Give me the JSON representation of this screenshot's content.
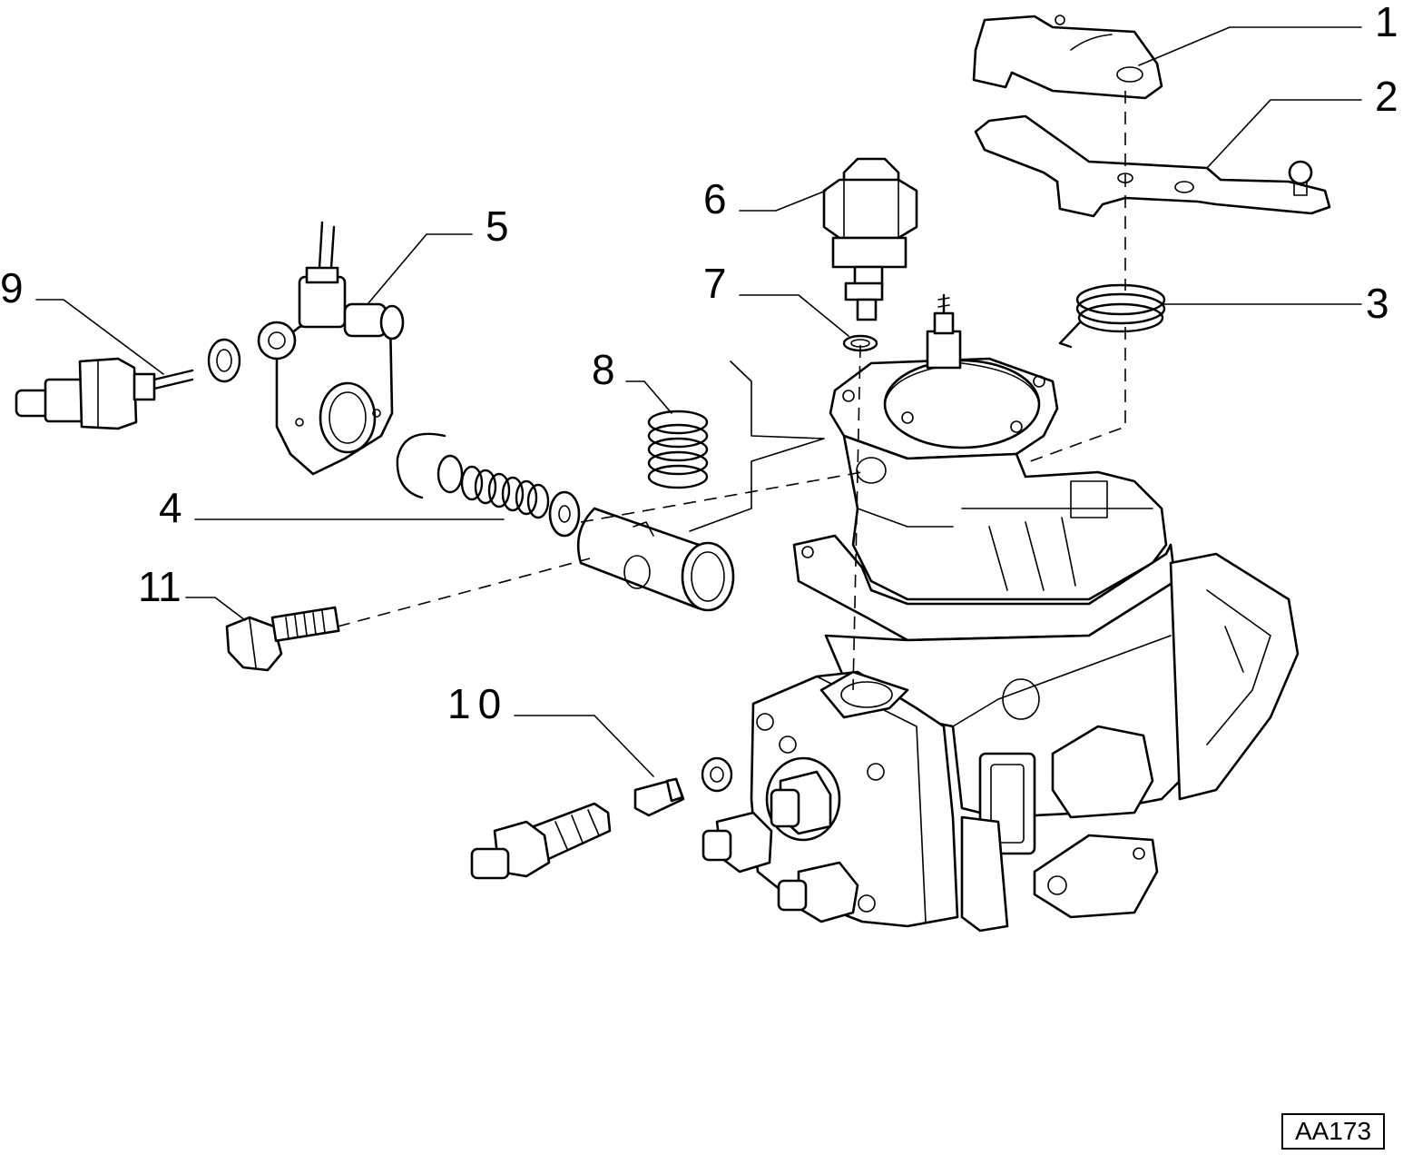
{
  "callouts": {
    "c1": "1",
    "c2": "2",
    "c3": "3",
    "c4": "4",
    "c5": "5",
    "c6": "6",
    "c7": "7",
    "c8": "8",
    "c9": "9",
    "c10": "10",
    "c11": "11"
  },
  "reference_code": "AA173"
}
